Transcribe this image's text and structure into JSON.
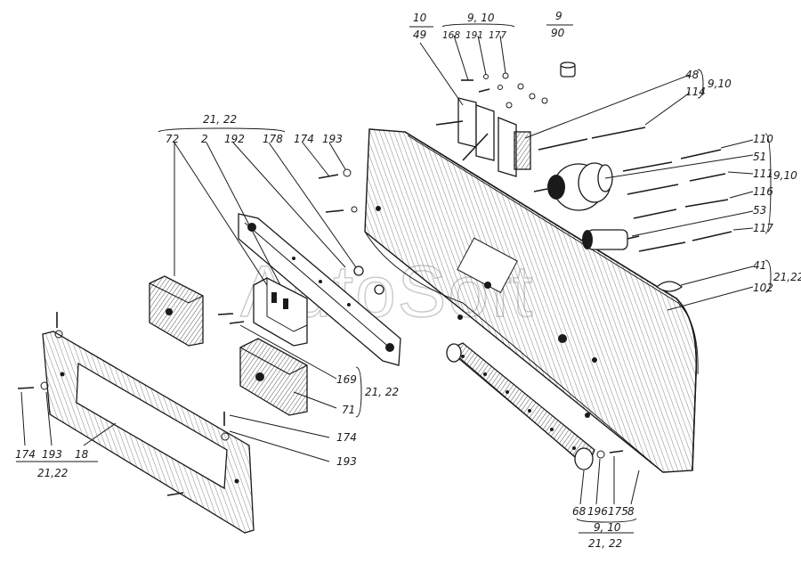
{
  "watermark": "AutoSoft",
  "labels": {
    "g10_49_top": "10",
    "g10_49_bot": "49",
    "g9_10": "9, 10",
    "n168": "168",
    "n191": "191",
    "n177": "177",
    "g9_90_top": "9",
    "g9_90_bot": "90",
    "n48": "48",
    "n114": "114",
    "g9_10_r1": "9,10",
    "n110": "110",
    "n51": "51",
    "n111": "111",
    "n116": "116",
    "n53": "53",
    "n117": "117",
    "g9_10_r2": "9,10",
    "n41": "41",
    "n102": "102",
    "g21_22_r": "21,22",
    "g21_22_top": "21, 22",
    "n72": "72",
    "n2": "2",
    "n192": "192",
    "n178": "178",
    "n174a": "174",
    "n193a": "193",
    "n169": "169",
    "n71": "71",
    "g21_22_mid": "21, 22",
    "n174b": "174",
    "n193b": "193",
    "n174c": "174",
    "n193c": "193",
    "n18": "18",
    "g21_22_bl": "21,22",
    "n68": "68",
    "n196": "196",
    "n175": "175",
    "n8": "8",
    "g9_10_b": "9, 10",
    "g21_22_b": "21, 22"
  },
  "colors": {
    "ink": "#1a1a1a",
    "paper": "#ffffff",
    "watermark": "#c9c9c9",
    "hatch": "#555555"
  }
}
